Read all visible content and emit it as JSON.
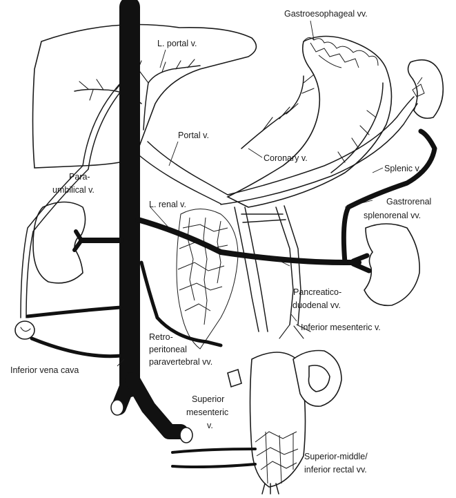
{
  "labels": {
    "gastroesophageal": "Gastroesophageal vv.",
    "l_portal": "L. portal v.",
    "portal": "Portal v.",
    "coronary": "Coronary v.",
    "splenic": "Splenic v.",
    "paraumbilical_1": "Para-",
    "paraumbilical_2": "umbilical v.",
    "l_renal": "L. renal v.",
    "gastrorenal_1": "Gastrorenal",
    "gastrorenal_2": "splenorenal vv.",
    "pancreatico_1": "Pancreatico-",
    "pancreatico_2": "duodenal vv.",
    "inferior_mesenteric": "Inferior mesenteric v.",
    "retro_1": "Retro-",
    "retro_2": "peritoneal",
    "retro_3": "paravertebral vv.",
    "ivc": "Inferior vena cava",
    "superior_mesenteric_1": "Superior",
    "superior_mesenteric_2": "mesenteric",
    "superior_mesenteric_3": "v.",
    "rectal_1": "Superior-middle/",
    "rectal_2": "inferior rectal vv."
  }
}
